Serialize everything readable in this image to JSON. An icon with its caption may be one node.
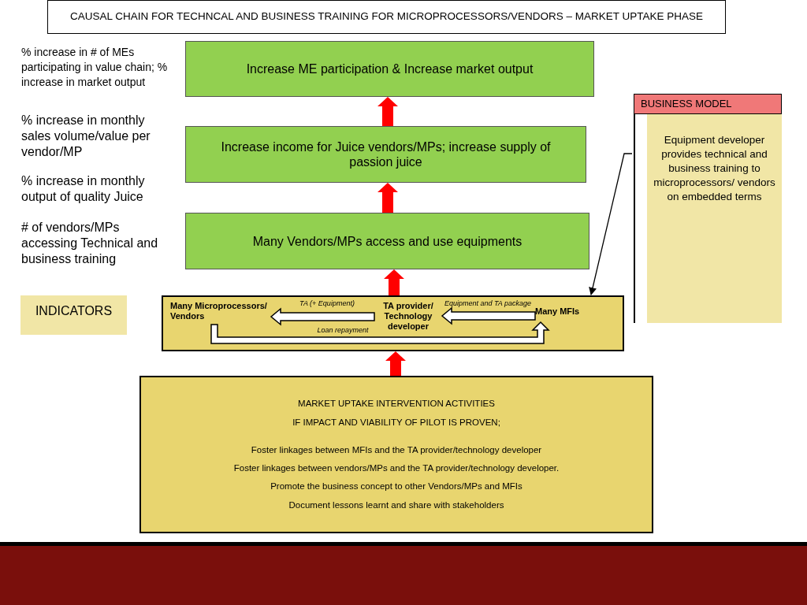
{
  "diagram": {
    "title": "CAUSAL CHAIN FOR TECHNCAL AND BUSINESS TRAINING FOR MICROPROCESSORS/VENDORS – MARKET UPTAKE PHASE",
    "nodes": [
      {
        "text": [
          "Increase ME participation & Increase market output"
        ]
      },
      {
        "text": [
          "Increase income for  Juice vendors/MPs; increase supply of passion juice"
        ]
      },
      {
        "text": [
          "Many Vendors/MPs access and use equipments"
        ]
      },
      {
        "text": [],
        "shape": "box"
      },
      {
        "text": [
          "Many Microprocessors/ Vendors"
        ],
        "in": 3
      },
      {
        "text": [
          "TA provider/ Technology developer"
        ],
        "in": 3
      },
      {
        "text": [
          "Many MFIs"
        ],
        "in": 3
      },
      {
        "text": [
          "MARKET  UPTAKE  INTERVENTION ACTIVITIES",
          "IF IMPACT AND VIABILITY OF PILOT IS PROVEN;",
          "Foster linkages between  MFIs and the TA provider/technology developer",
          "Foster linkages between  vendors/MPs and the TA provider/technology developer.",
          "Promote the business concept to other  Vendors/MPs and MFIs",
          "Document lessons learnt and share with stakeholders"
        ]
      },
      {
        "text": [
          "INDICATORS"
        ]
      },
      {
        "text": [
          "BUSINESS MODEL",
          "Equipment  developer provides technical and business training to microprocessors/ vendors on embedded terms"
        ]
      }
    ],
    "edges": [
      {
        "from": 7,
        "to": 3,
        "arrow": "to",
        "style": "thick",
        "color": "#ff0000"
      },
      {
        "from": 3,
        "to": 2,
        "arrow": "to",
        "style": "thick",
        "color": "#ff0000"
      },
      {
        "from": 2,
        "to": 1,
        "arrow": "to",
        "style": "thick",
        "color": "#ff0000"
      },
      {
        "from": 1,
        "to": 0,
        "arrow": "to",
        "style": "thick",
        "color": "#ff0000"
      },
      {
        "from": 5,
        "to": 4,
        "arrow": "to",
        "label": "TA  (+ Equipment)",
        "style": "thick",
        "color": "#ffffff"
      },
      {
        "from": 6,
        "to": 5,
        "arrow": "to",
        "label": "Equipment and TA package",
        "style": "thick",
        "color": "#ffffff"
      },
      {
        "from": 4,
        "to": 6,
        "arrow": "to",
        "label": "Loan repayment",
        "style": "thick",
        "color": "#ffffff"
      },
      {
        "from": 9,
        "to": 3,
        "arrow": "to"
      }
    ],
    "labels": [
      "% increase in # of MEs participating in value chain; % increase in market output",
      "% increase in monthly sales volume/value per vendor/MP",
      "% increase in monthly output of quality Juice",
      "# of vendors/MPs accessing  Technical and business training"
    ]
  }
}
